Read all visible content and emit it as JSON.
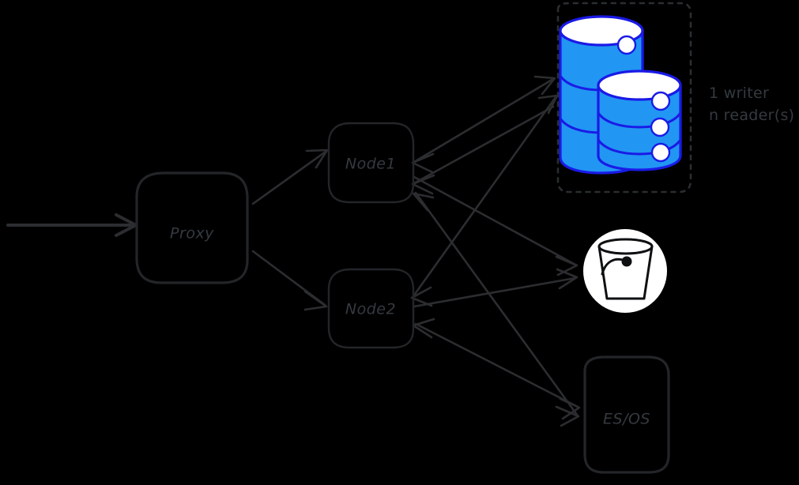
{
  "diagram": {
    "title": "Proxy to Nodes to Storage architecture",
    "background_color": "#000000",
    "stroke_color": "#2b2d30",
    "text_color": "#343a40",
    "accent_blue": "#2196f3",
    "accent_blue_outline": "#1a1ae6",
    "white": "#ffffff"
  },
  "nodes": {
    "proxy": {
      "label": "Proxy"
    },
    "node1": {
      "label": "Node1"
    },
    "node2": {
      "label": "Node2"
    },
    "es_os": {
      "label": "ES/OS"
    },
    "database_group": {
      "label": ""
    },
    "bucket": {
      "label": ""
    }
  },
  "annotations": {
    "db_note_line1": "1 writer",
    "db_note_line2": "n reader(s)"
  },
  "icons": {
    "database_cylinder": "database-cylinder-icon",
    "bucket": "bucket-icon",
    "arrow": "arrow-icon"
  },
  "connections": [
    {
      "from": "ingress",
      "to": "proxy",
      "direction": "one-way"
    },
    {
      "from": "proxy",
      "to": "node1",
      "direction": "one-way"
    },
    {
      "from": "proxy",
      "to": "node2",
      "direction": "one-way"
    },
    {
      "from": "node1",
      "to": "database_group",
      "direction": "bidirectional"
    },
    {
      "from": "node2",
      "to": "database_group",
      "direction": "bidirectional"
    },
    {
      "from": "node1",
      "to": "bucket",
      "direction": "one-way"
    },
    {
      "from": "node2",
      "to": "bucket",
      "direction": "one-way"
    },
    {
      "from": "node1",
      "to": "es_os",
      "direction": "one-way"
    },
    {
      "from": "node2",
      "to": "es_os",
      "direction": "one-way"
    }
  ]
}
